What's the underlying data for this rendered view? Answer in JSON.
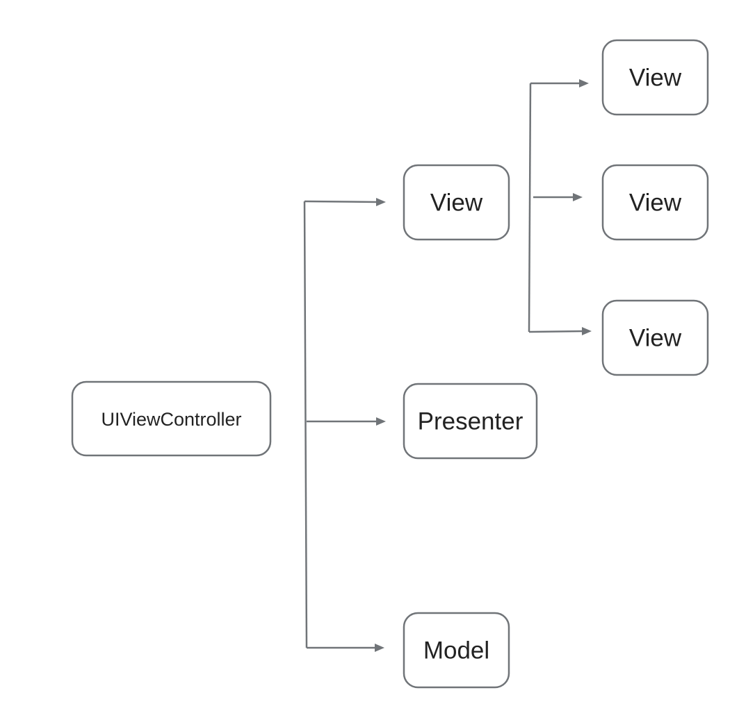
{
  "diagram": {
    "nodes": {
      "root": "UIViewController",
      "view_main": "View",
      "presenter": "Presenter",
      "model": "Model",
      "view_child_1": "View",
      "view_child_2": "View",
      "view_child_3": "View"
    },
    "colors": {
      "stroke": "#707478",
      "text": "#222222",
      "background": "#ffffff"
    }
  }
}
